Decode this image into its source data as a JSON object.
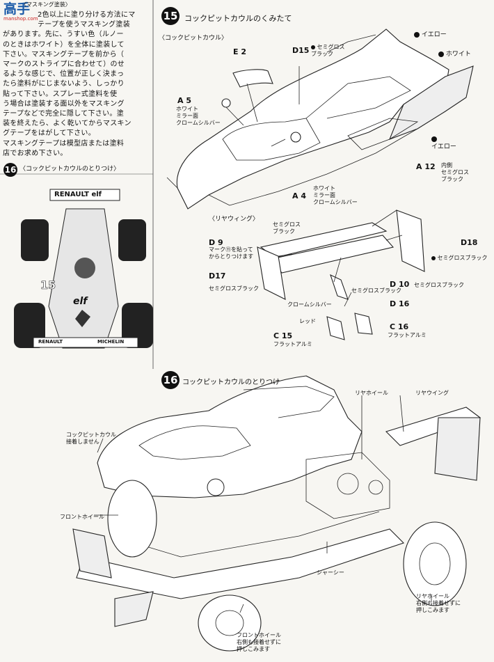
{
  "masking": {
    "logo_text": "高手",
    "logo_sub": "manshop.com",
    "heading": "マスキング塗装",
    "lines": [
      "2色以上に塗り分ける方法にマ",
      "テープを使うマスキング塗装",
      "があります。先に、うすい色（ルノー",
      "のときはホワイト）を全体に塗装して",
      "下さい。マスキングテープを前から（",
      "マークのストライプに合わせて）のせ",
      "るような感じで、位置が正しく決まっ",
      "たら塗料がにじまないよう、しっかり",
      "貼って下さい。スプレー式塗料を使",
      "う場合は塗装する面以外をマスキング",
      "テープなどで完全に隠して下さい。塗",
      "装を終えたら、よく乾いてからマスキン",
      "グテープをはがして下さい。",
      "マスキングテープは模型店または塗料",
      "店でお求め下さい。"
    ]
  },
  "step16_small": {
    "number": "16",
    "title": "〈コックピットカウルのとりつけ〉",
    "car_texts": [
      "RENAULT elf",
      "15",
      "elf",
      "RENAULT",
      "MICHELIN"
    ]
  },
  "step15": {
    "number": "15",
    "title": "コックピットカウルのくみたて",
    "sub_cowl": "〈コックピットカウル〉",
    "sub_wing": "〈リヤウィング〉",
    "labels": {
      "e2": "E 2",
      "d15": "D15",
      "d15_color": "セミグロス\nブラック",
      "yellow1": "イエロー",
      "white1": "ホワイト",
      "a5": "A 5",
      "a5_color": "ホワイト\nミラー面\nクロームシルバー",
      "yellow2": "イエロー",
      "a12": "A 12",
      "a12_color": "内側\nセミグロス\nブラック",
      "a4": "A 4",
      "a4_color": "ホワイト\nミラー面\nクロームシルバー",
      "wing_sgb1": "セミグロス\nブラック",
      "d9": "D 9",
      "d9_note": "マーク⑪を貼って\nからとりつけます",
      "d18": "D18",
      "d18_color": "セミグロスブラック",
      "d17": "D17",
      "d17_color": "セミグロスブラック",
      "d10": "D 10",
      "d10_color": "セミグロスブラック",
      "sgb_mid": "セミグロスブラック",
      "chrome": "クロームシルバー",
      "d16": "D 16",
      "red": "レッド",
      "c16": "C 16",
      "c16_color": "フラットアルミ",
      "c15": "C 15",
      "c15_color": "フラットアルミ"
    }
  },
  "step16": {
    "number": "16",
    "title": "コックピットカウルのとりつけ",
    "labels": {
      "cowl": "コックピットカウル\n接着しません",
      "rear_wheel": "リヤホイール",
      "rear_wing": "リヤウイング",
      "front_wheel": "フロントホイール",
      "chassis": "シャーシー",
      "rear_wheel_note": "リヤホイール\n右側も接着せずに\n押しこみます",
      "front_wheel_note": "フロントホイール\n右側も接着せずに\n押しこみます"
    }
  }
}
